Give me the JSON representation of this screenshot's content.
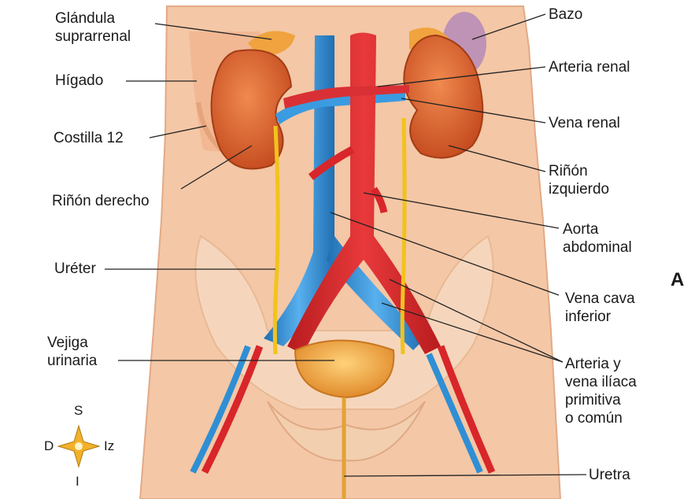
{
  "colors": {
    "skin": "#f4c7a6",
    "kidney": "#d9622b",
    "artery": "#d8262a",
    "vein": "#2f8fd4",
    "ureter": "#f2c31a",
    "bladder": "#f0a23a",
    "leader": "#222222"
  },
  "panel_letter": "A",
  "compass": {
    "up": "S",
    "down": "I",
    "left": "D",
    "right": "Iz",
    "icon": "compass-star-icon"
  },
  "labels": {
    "suprarrenal": [
      "Glándula",
      "suprarrenal"
    ],
    "higado": [
      "Hígado"
    ],
    "costilla": [
      "Costilla 12"
    ],
    "rinon_derecho": [
      "Riñón derecho"
    ],
    "ureter": [
      "Uréter"
    ],
    "vejiga": [
      "Vejiga",
      "urinaria"
    ],
    "bazo": [
      "Bazo"
    ],
    "arteria_renal": [
      "Arteria renal"
    ],
    "vena_renal": [
      "Vena renal"
    ],
    "rinon_izquierdo": [
      "Riñón",
      "izquierdo"
    ],
    "aorta": [
      "Aorta",
      "abdominal"
    ],
    "vena_cava": [
      "Vena cava",
      "inferior"
    ],
    "iliaca": [
      "Arteria y",
      "vena ilíaca",
      "primitiva",
      "o común"
    ],
    "uretra": [
      "Uretra"
    ]
  }
}
